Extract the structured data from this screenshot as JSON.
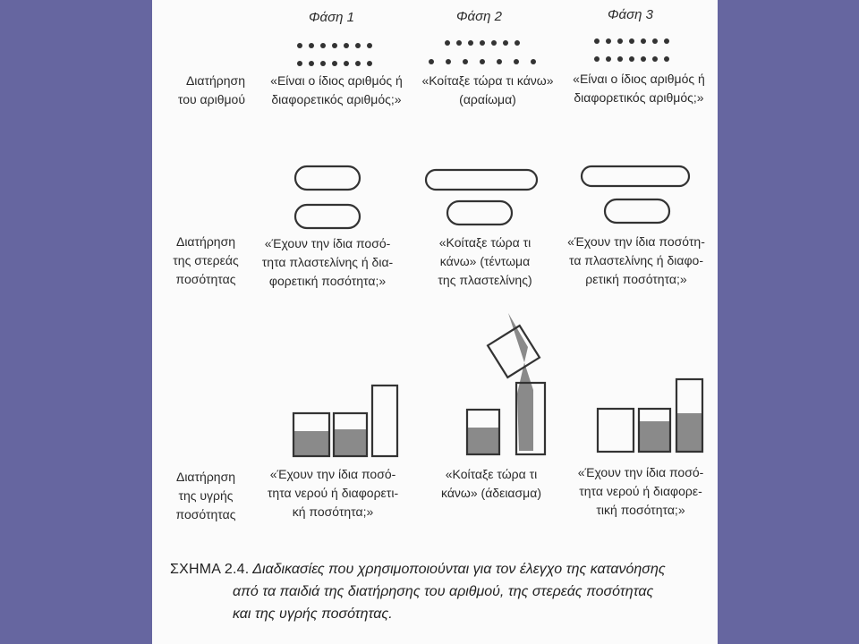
{
  "phases": [
    "Φάση 1",
    "Φάση 2",
    "Φάση 3"
  ],
  "rows": [
    {
      "label": [
        "Διατήρηση",
        "του αριθμού"
      ],
      "texts": [
        [
          "«Είναι ο ίδιος αριθμός ή",
          "διαφορετικός αριθμός;»"
        ],
        [
          "«Κοίταξε τώρα τι κάνω»",
          "(αραίωμα)"
        ],
        [
          "«Είναι ο ίδιος αριθμός ή",
          "διαφορετικός αριθμός;»"
        ]
      ]
    },
    {
      "label": [
        "Διατήρηση",
        "της στερεάς",
        "ποσότητας"
      ],
      "texts": [
        [
          "«Έχουν την ίδια ποσό-",
          "τητα πλαστελίνης ή δια-",
          "φορετική ποσότητα;»"
        ],
        [
          "«Κοίταξε τώρα τι",
          "κάνω» (τέντωμα",
          "της πλαστελίνης)"
        ],
        [
          "«Έχουν την ίδια ποσότη-",
          "τα πλαστελίνης ή διαφο-",
          "ρετική ποσότητα;»"
        ]
      ]
    },
    {
      "label": [
        "Διατήρηση",
        "της υγρής",
        "ποσότητας"
      ],
      "texts": [
        [
          "«Έχουν την ίδια ποσό-",
          "τητα νερού ή διαφορετι-",
          "κή ποσότητα;»"
        ],
        [
          "«Κοίταξε τώρα τι",
          "κάνω» (άδειασμα)"
        ],
        [
          "«Έχουν την ίδια ποσό-",
          "τητα νερού ή διαφορε-",
          "τική ποσότητα;»"
        ]
      ]
    }
  ],
  "caption": {
    "label": "ΣΧΗΜΑ 2.4.",
    "line1": "Διαδικασίες που χρησιμοποιούνται για τον έλεγχο της κατανόησης",
    "line2": "από τα παιδιά της διατήρησης του αριθμού, της στερεάς ποσότητας",
    "line3": "και της υγρής ποσότητας."
  },
  "colors": {
    "background": "#6666a0",
    "paper": "#fbfbfb",
    "ink": "#2a2a2a",
    "liquid": "#8a8a8a"
  }
}
